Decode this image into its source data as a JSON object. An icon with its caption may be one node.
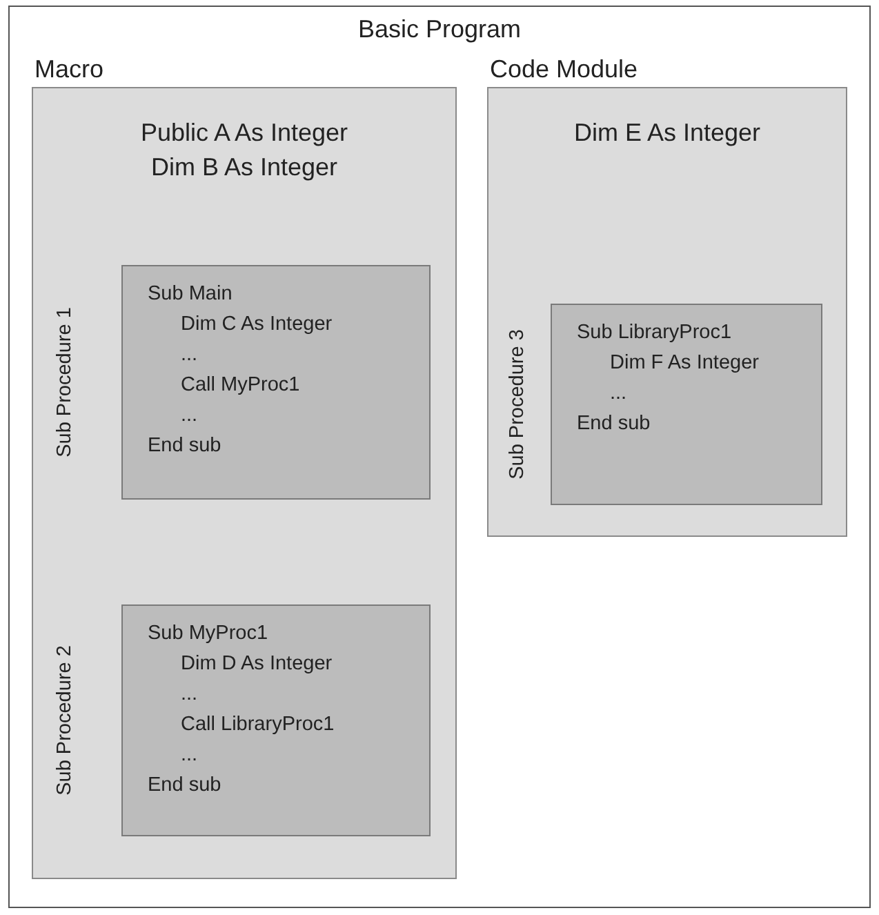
{
  "diagram": {
    "nodes": [
      {
        "text": [
          "Basic Program"
        ]
      },
      {
        "text": [
          "Macro",
          "Public A As Integer",
          "Dim B As Integer"
        ],
        "in": 0
      },
      {
        "text": [
          "Sub Main",
          "Dim C As Integer",
          "...",
          "Call MyProc1",
          "...",
          "End sub"
        ],
        "in": 1,
        "beside": [
          "Sub Procedure 1"
        ]
      },
      {
        "text": [
          "Sub MyProc1",
          "Dim D As Integer",
          "...",
          "Call LibraryProc1",
          "...",
          "End sub"
        ],
        "in": 1,
        "beside": [
          "Sub Procedure 2"
        ]
      },
      {
        "text": [
          "Code Module",
          "Dim E As Integer"
        ],
        "in": 0
      },
      {
        "text": [
          "Sub LibraryProc1",
          "Dim F As Integer",
          "...",
          "End sub"
        ],
        "in": 4,
        "beside": [
          "Sub Procedure 3"
        ]
      }
    ]
  }
}
